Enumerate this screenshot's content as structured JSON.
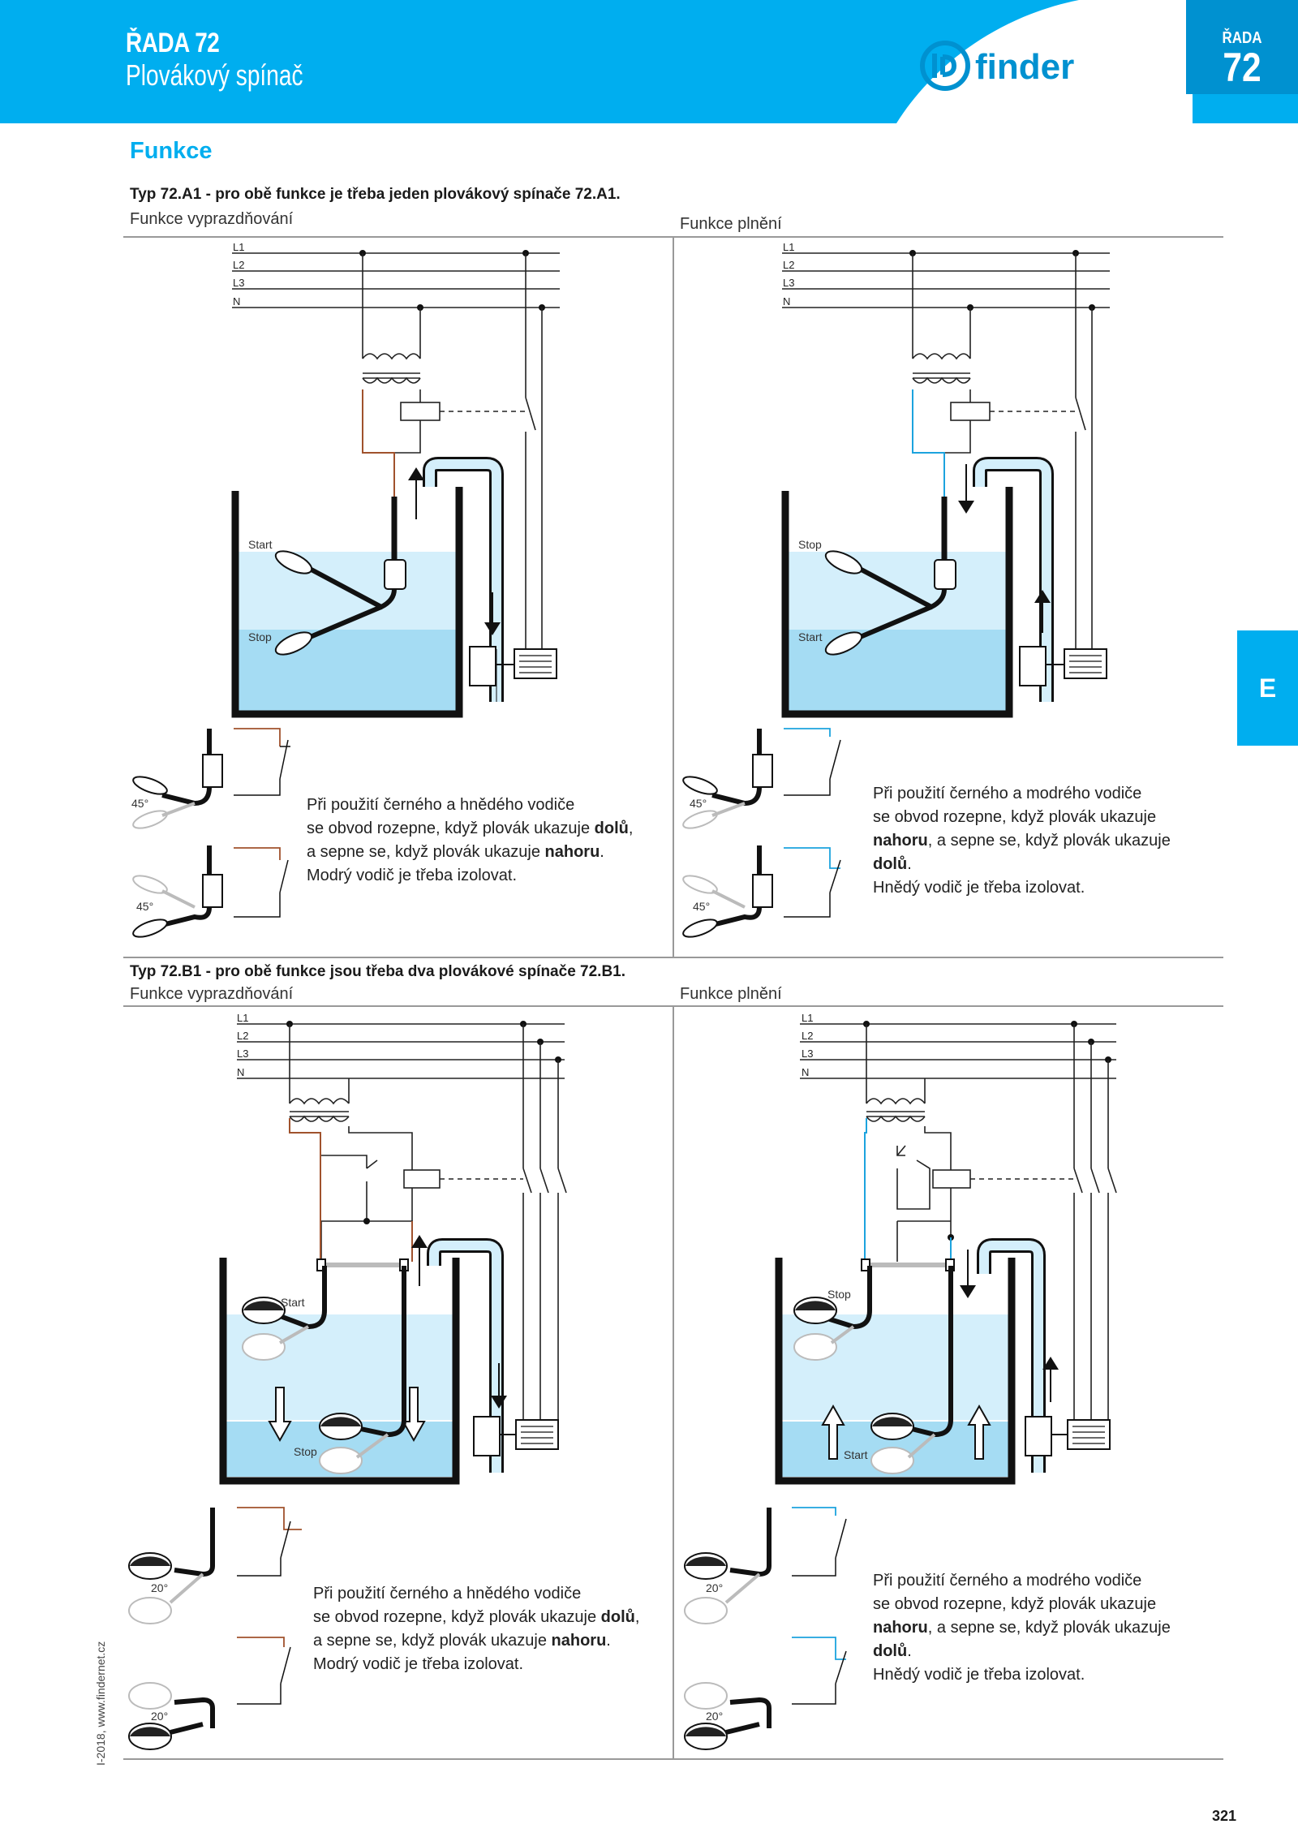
{
  "header": {
    "title": "ŘADA 72",
    "subtitle": "Plovákový spínač",
    "brand": "finder",
    "series_label": "ŘADA",
    "series_number": "72"
  },
  "section_title": "Funkce",
  "side_tab": "E",
  "blocks": [
    {
      "type_title": "Typ 72.A1 - pro obě funkce je třeba jeden plovákový spínače 72.A1.",
      "left": {
        "function": "Funkce vyprazdňování",
        "line_labels": [
          "L1",
          "L2",
          "L3",
          "N"
        ],
        "upper_float": "Start",
        "lower_float": "Stop",
        "angle": "45°",
        "desc": [
          "Při použití černého a hnědého vodiče",
          "se obvod rozepne, když plovák ukazuje ",
          "dolů",
          ",",
          "a sepne se, když plovák ukazuje ",
          "nahoru",
          ".",
          "Modrý vodič je třeba izolovat."
        ]
      },
      "right": {
        "function": "Funkce plnění",
        "line_labels": [
          "L1",
          "L2",
          "L3",
          "N"
        ],
        "upper_float": "Stop",
        "lower_float": "Start",
        "angle": "45°",
        "desc": [
          "Při použití černého a modrého vodiče",
          "se obvod rozepne, když plovák ukazuje",
          "nahoru",
          ", a sepne se, když plovák ukazuje",
          "dolů",
          ".",
          "Hnědý vodič je třeba izolovat."
        ]
      }
    },
    {
      "type_title": "Typ 72.B1 - pro obě funkce jsou třeba dva plovákové spínače 72.B1.",
      "left": {
        "function": "Funkce vyprazdňování",
        "line_labels": [
          "L1",
          "L2",
          "L3",
          "N"
        ],
        "upper_float": "Start",
        "lower_float": "Stop",
        "angle": "20°",
        "desc": [
          "Při použití černého a hnědého vodiče",
          "se obvod rozepne, když plovák ukazuje ",
          "dolů",
          ",",
          "a sepne se, když plovák ukazuje ",
          "nahoru",
          ".",
          "Modrý vodič je třeba izolovat."
        ]
      },
      "right": {
        "function": "Funkce plnění",
        "line_labels": [
          "L1",
          "L2",
          "L3",
          "N"
        ],
        "upper_float": "Stop",
        "lower_float": "Start",
        "angle": "20°",
        "desc": [
          "Při použití černého a modrého vodiče",
          "se obvod rozepne, když plovák ukazuje",
          "nahoru",
          ", a sepne se, když plovák ukazuje",
          "dolů",
          ".",
          "Hnědý vodič je třeba izolovat."
        ]
      }
    }
  ],
  "footer": {
    "left": "I-2018, www.findernet.cz",
    "page_number": "321"
  },
  "colors": {
    "brand_blue": "#00aeef",
    "water_light": "#d4effb",
    "water_dark": "#a5dcf3",
    "wire_brown": "#a0522d",
    "wire_blue": "#1ca3de"
  }
}
